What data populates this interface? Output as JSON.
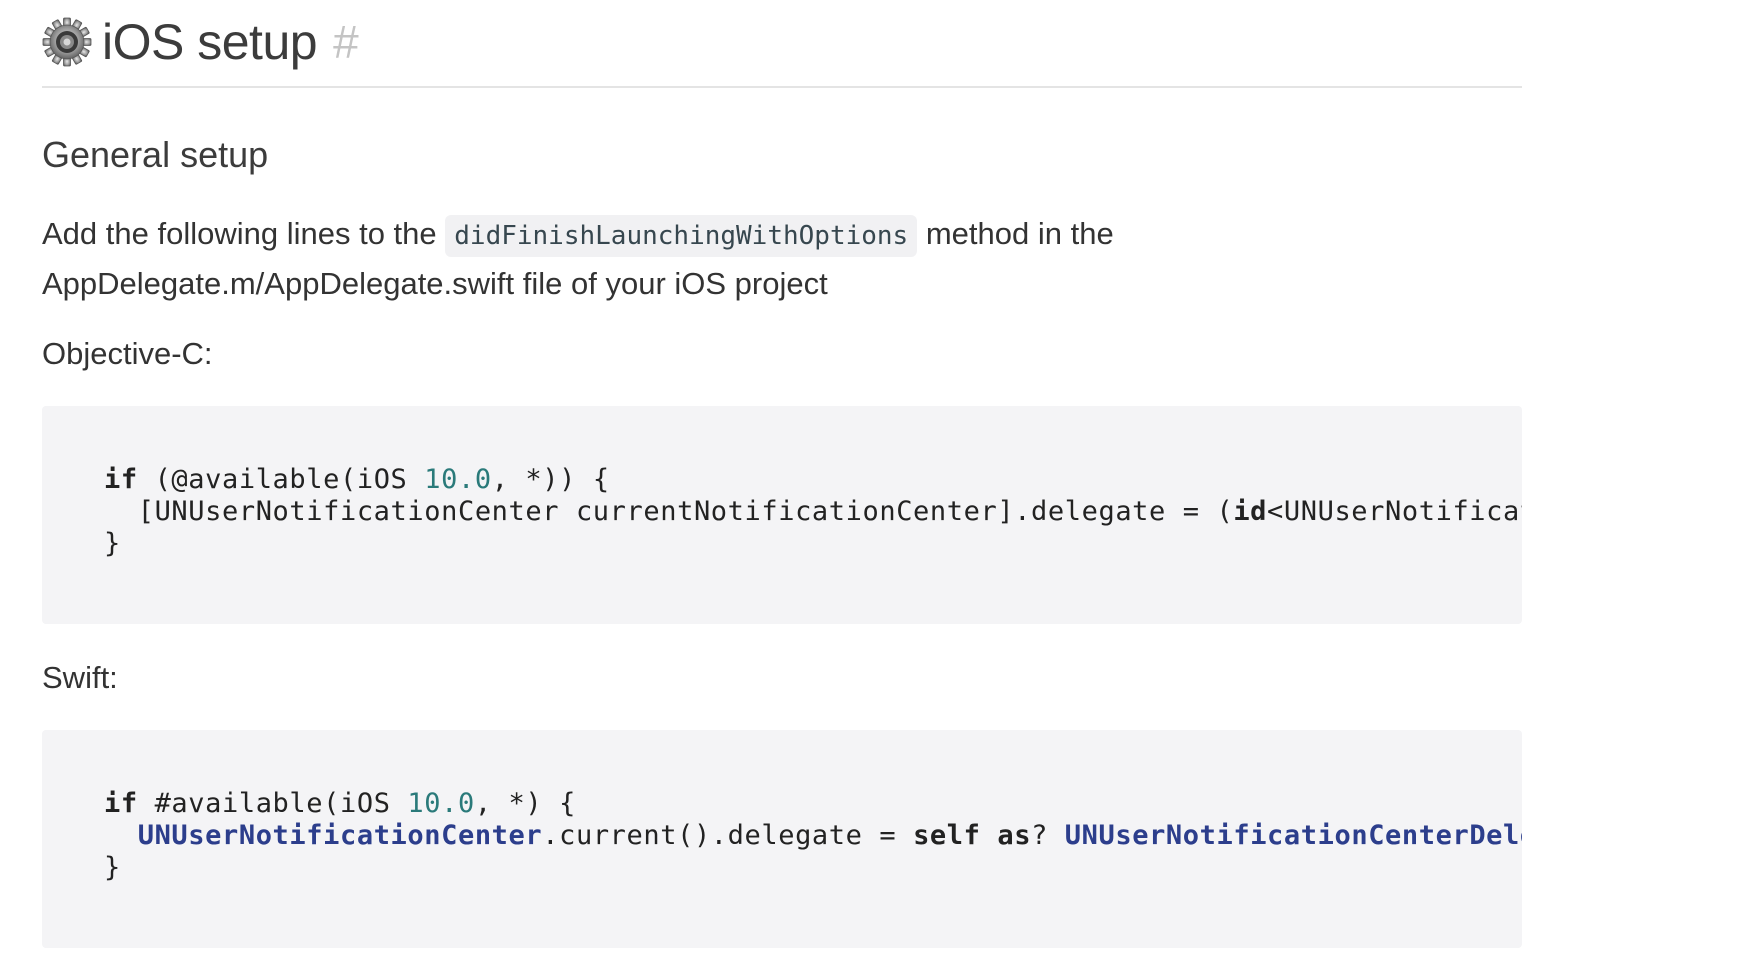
{
  "header": {
    "title": "iOS setup",
    "anchor": "#",
    "icon": "gear-icon"
  },
  "section": {
    "heading": "General setup",
    "intro_before": "Add the following lines to the ",
    "intro_code": "didFinishLaunchingWithOptions",
    "intro_after": " method in the AppDelegate.m/AppDelegate.swift file of your iOS project"
  },
  "objc": {
    "label": "Objective-C:",
    "line1_kw": "if",
    "line1_a": " (@available(iOS ",
    "line1_num": "10.0",
    "line1_b": ", *)) {",
    "line2_a": "  [UNUserNotificationCenter currentNotificationCenter].delegate = (",
    "line2_kw": "id",
    "line2_b": "<UNUserNotificationCenterDelegate>) self;",
    "line3": "}"
  },
  "swift": {
    "label": "Swift:",
    "line1_kw": "if",
    "line1_a": " #available(iOS ",
    "line1_num": "10.0",
    "line1_b": ", *) {",
    "line2_type1": "UNUserNotificationCenter",
    "line2_a": ".current().delegate = ",
    "line2_kw1": "self",
    "line2_kw2": "as",
    "line2_b": "? ",
    "line2_type2": "UNUserNotificationCenterDelegate",
    "line3": "}"
  },
  "colors": {
    "code_background": "#f4f4f6",
    "number": "#2a7a7a",
    "type": "#2c3e8c",
    "anchor": "#c4c4c4"
  }
}
